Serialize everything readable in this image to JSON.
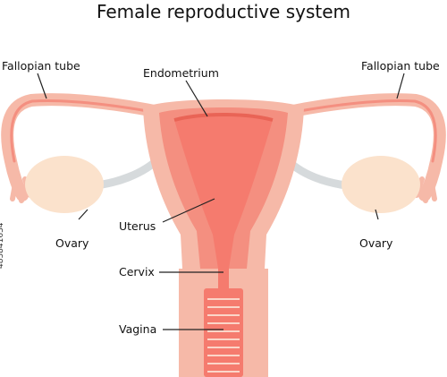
{
  "title": "Female reproductive system",
  "labels": {
    "fallopian_left": "Fallopian tube",
    "fallopian_right": "Fallopian tube",
    "endometrium": "Endometrium",
    "uterus": "Uterus",
    "ovary_left": "Ovary",
    "ovary_right": "Ovary",
    "cervix": "Cervix",
    "vagina": "Vagina"
  },
  "stock_id": "485841634",
  "colors": {
    "outer_tissue": "#f6b9a8",
    "muscle": "#f48f80",
    "cavity": "#f57b6e",
    "ovary": "#fbe2cc",
    "ligament": "#d6dadc",
    "leader": "#222222"
  }
}
